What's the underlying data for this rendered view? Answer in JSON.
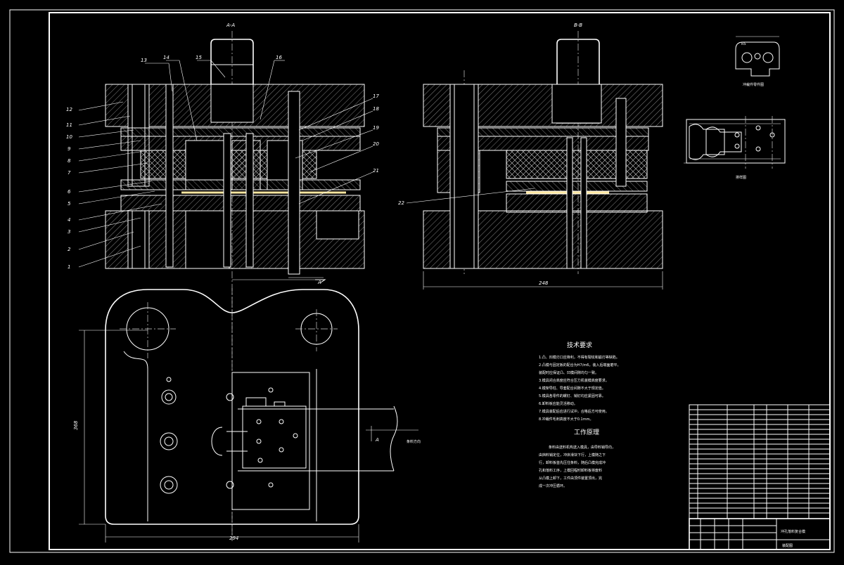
{
  "drawing": {
    "section_aa": "A-A",
    "section_bb": "B-B",
    "callouts_left": [
      "12",
      "11",
      "10",
      "9",
      "8",
      "7",
      "6",
      "5",
      "4",
      "3",
      "2",
      "1"
    ],
    "callouts_top": [
      "13",
      "14",
      "15",
      "16"
    ],
    "callouts_right": [
      "17",
      "18",
      "19",
      "20",
      "21"
    ],
    "callout_22": "22",
    "dim_bottom_bb": "248",
    "dim_bottom_plan": "294",
    "dim_side_plan": "368",
    "view_arrow_a": "A",
    "strip_label": "条料方向",
    "product_view_title": "冲裁件零件图",
    "layout_view_title": "排样图",
    "tech_req_title": "技术要求",
    "tech_req_lines": [
      "1.凸、凹模刃口应锋利，不得有裂纹和崩刃等缺陷。",
      "2.凸模与固定板的配合为H7/m6，装入后端面磨平。",
      "  装配时应保证凸、凹模间隙均匀一致。",
      "3.模具闭合高度应符合压力机装模高度要求。",
      "4.模架导柱、导套配合间隙不大于规定值。",
      "5.模具各零件的螺钉、销钉均应紧固可靠。",
      "6.卸料板应能灵活移动。",
      "7.模具装配后应进行试冲，合格后方可使用。",
      "8.冲裁件毛刺高度不大于0.1mm。"
    ],
    "work_principle_title": "工作原理",
    "work_principle_lines": [
      "条料由送料机构送入模具，由导料销导向，",
      "由挡料销定位，冲床滑块下行，上模随之下",
      "行，卸料板首先压住条料，随后凸模完成冲",
      "孔和落料工序，上模回程时卸料板将废料",
      "从凸模上卸下，工件由顶件装置顶出，完",
      "成一次冲压循环。"
    ],
    "title_block_name": "冲孔落料复合模",
    "title_block_sub": "装配图"
  }
}
